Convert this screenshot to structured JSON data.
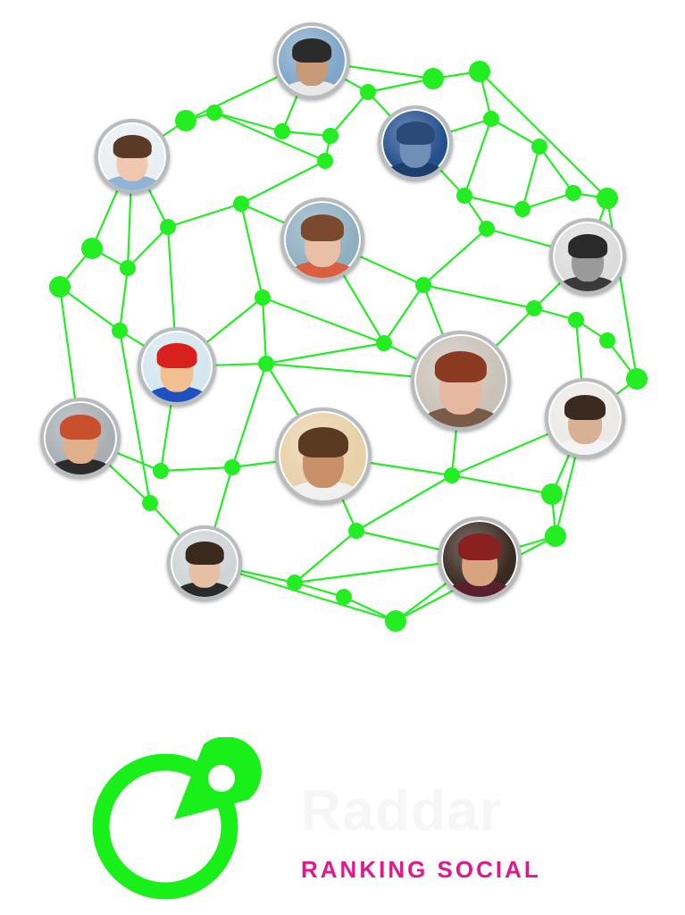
{
  "colors": {
    "network": "#22ee22",
    "brand_green": "#19f019",
    "tagline_pink": "#e0188c",
    "brand_name": "#f6f6f6"
  },
  "brand": {
    "name": "Raddar",
    "tagline": "RANKING SOCIAL"
  },
  "profiles": [
    {
      "name": "profile-stadium-fan",
      "skin": "#c79a78",
      "hair": "#2b2b2b",
      "bg": "#7fa6c8",
      "shirt": "#e8e8e8"
    },
    {
      "name": "profile-woman-peace-sign",
      "skin": "#f0c8b0",
      "hair": "#5a3a26",
      "bg": "#e9eef2",
      "shirt": "#8fb4d8"
    },
    {
      "name": "profile-underwater-diver",
      "skin": "#6f8fb8",
      "hair": "#2a4a78",
      "bg": "#24508e",
      "shirt": "#1d3d6a"
    },
    {
      "name": "profile-woman-portrait",
      "skin": "#e8c0a8",
      "hair": "#7a4a2e",
      "bg": "#8fb0c0",
      "shirt": "#d86040"
    },
    {
      "name": "profile-mario-character",
      "skin": "#f2c090",
      "hair": "#d8201c",
      "bg": "#d4e6ef",
      "shirt": "#2050c0"
    },
    {
      "name": "profile-man-thinking-bw",
      "skin": "#9a9a9a",
      "hair": "#2a2a2a",
      "bg": "#dcdcdc",
      "shirt": "#3a3a3a"
    },
    {
      "name": "profile-woman-red-hair",
      "skin": "#e6b8a0",
      "hair": "#8a3a20",
      "bg": "#c9c2b8",
      "shirt": "#7a5a48"
    },
    {
      "name": "profile-man-phone",
      "skin": "#d8b094",
      "hair": "#3a2a20",
      "bg": "#eceae6",
      "shirt": "#f4f4f4"
    },
    {
      "name": "profile-bearded-man",
      "skin": "#e0b08c",
      "hair": "#c8502c",
      "bg": "#a8aeb3",
      "shirt": "#2c2c2c"
    },
    {
      "name": "profile-man-sunglasses",
      "skin": "#c89068",
      "hair": "#5a3a20",
      "bg": "#e8d0a8",
      "shirt": "#f0f0f0"
    },
    {
      "name": "profile-young-man",
      "skin": "#e6c0a4",
      "hair": "#3a2a1e",
      "bg": "#cfd4d6",
      "shirt": "#2a2a2a"
    },
    {
      "name": "profile-older-woman",
      "skin": "#d8a480",
      "hair": "#8a2020",
      "bg": "#3a2a22",
      "shirt": "#5a2030"
    }
  ]
}
